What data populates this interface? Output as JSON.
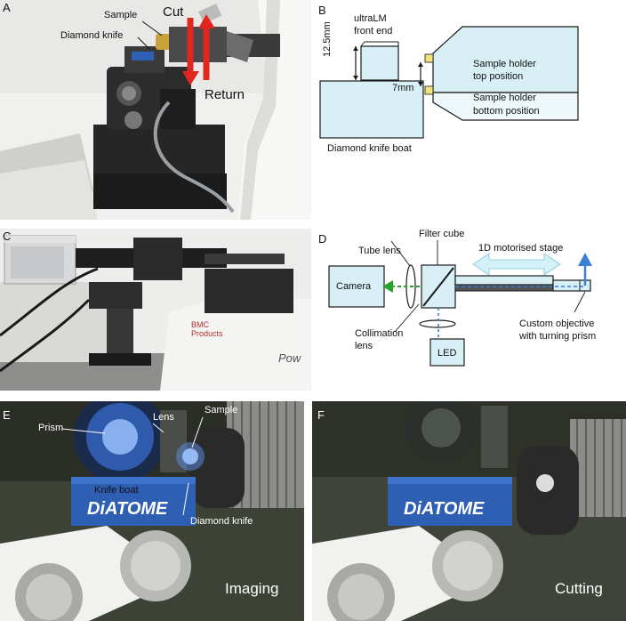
{
  "panels": {
    "a": {
      "label": "A",
      "annotations": {
        "sample": "Sample",
        "knife": "Diamond knife",
        "cut": "Cut",
        "return": "Return"
      }
    },
    "b": {
      "label": "B",
      "annotations": {
        "ultralm_line1": "ultraLM",
        "ultralm_line2": "front end",
        "dim_125": "12.5mm",
        "dim_7": "7mm",
        "holder_top_line1": "Sample holder",
        "holder_top_line2": "top position",
        "holder_bottom_line1": "Sample holder",
        "holder_bottom_line2": "bottom position",
        "boat": "Diamond knife boat"
      }
    },
    "c": {
      "label": "C",
      "brand_text": "BMC Products",
      "scope_text": "Pow"
    },
    "d": {
      "label": "D",
      "annotations": {
        "tube_lens": "Tube lens",
        "filter_cube": "Filter cube",
        "stage": "1D motorised stage",
        "camera": "Camera",
        "collimation_line1": "Collimation",
        "collimation_line2": "lens",
        "led": "LED",
        "objective_line1": "Custom objective",
        "objective_line2": "with turning prism"
      }
    },
    "e": {
      "label": "E",
      "annotations": {
        "prism": "Prism",
        "lens": "Lens",
        "sample": "Sample",
        "knife_boat": "Knife boat",
        "diamond_knife": "Diamond knife",
        "mode": "Imaging"
      },
      "brand_text": "DiATOME"
    },
    "f": {
      "label": "F",
      "annotations": {
        "mode": "Cutting"
      },
      "brand_text": "DiATOME"
    }
  },
  "colors": {
    "schematic_fill": "#d8eff6",
    "schematic_stroke": "#1a1a1a",
    "holder_pad": "#f1e27a",
    "arrow_red": "#e0261f",
    "beam_green": "#2aa12a",
    "stage_arrow": "#d4f1f7",
    "beam_blue": "#3b7fd6",
    "knife_boat_blue": "#2e5fb3"
  }
}
